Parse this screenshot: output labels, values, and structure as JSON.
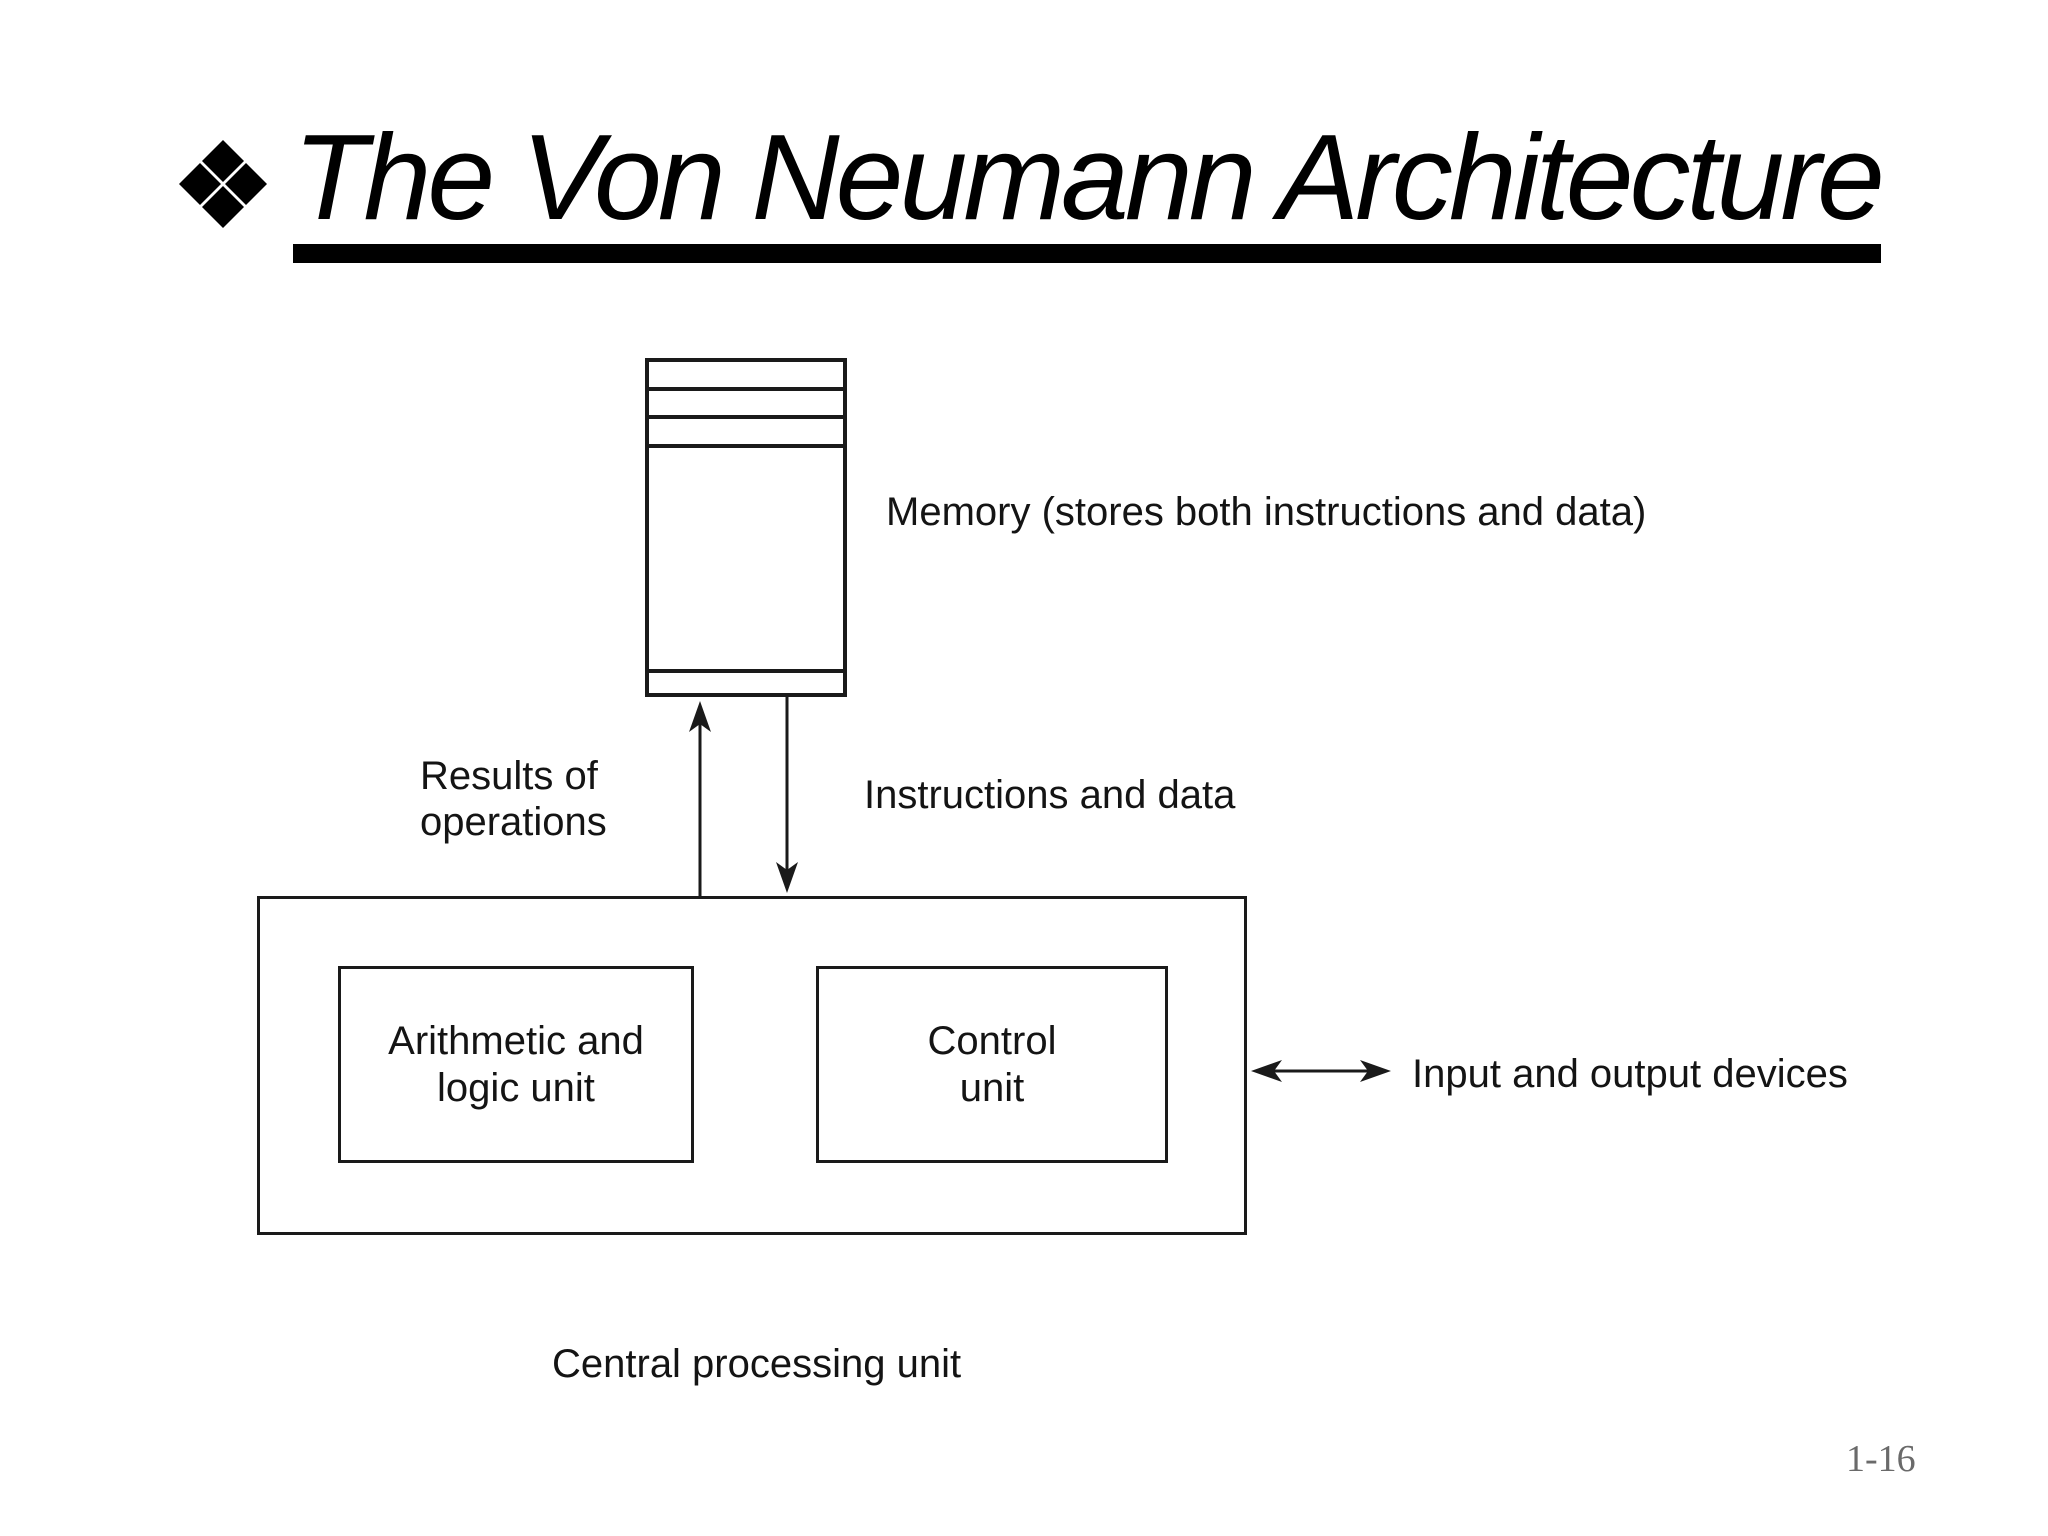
{
  "slide": {
    "title": "The Von Neumann Architecture",
    "bullet_icon": "four-diamond-bullet",
    "page_number": "1-16"
  },
  "diagram": {
    "memory_label": "Memory (stores both instructions and data)",
    "results_label": {
      "line1": "Results of",
      "line2": "operations"
    },
    "instructions_label": "Instructions and data",
    "io_label": "Input and output devices",
    "alu_label": {
      "line1": "Arithmetic and",
      "line2": "logic unit"
    },
    "control_label": {
      "line1": "Control",
      "line2": "unit"
    },
    "cpu_label": "Central processing unit"
  },
  "colors": {
    "line": "#1a1a1a",
    "text": "#141414",
    "title": "#000000",
    "page_number": "#6a6a6a",
    "background": "#ffffff"
  }
}
